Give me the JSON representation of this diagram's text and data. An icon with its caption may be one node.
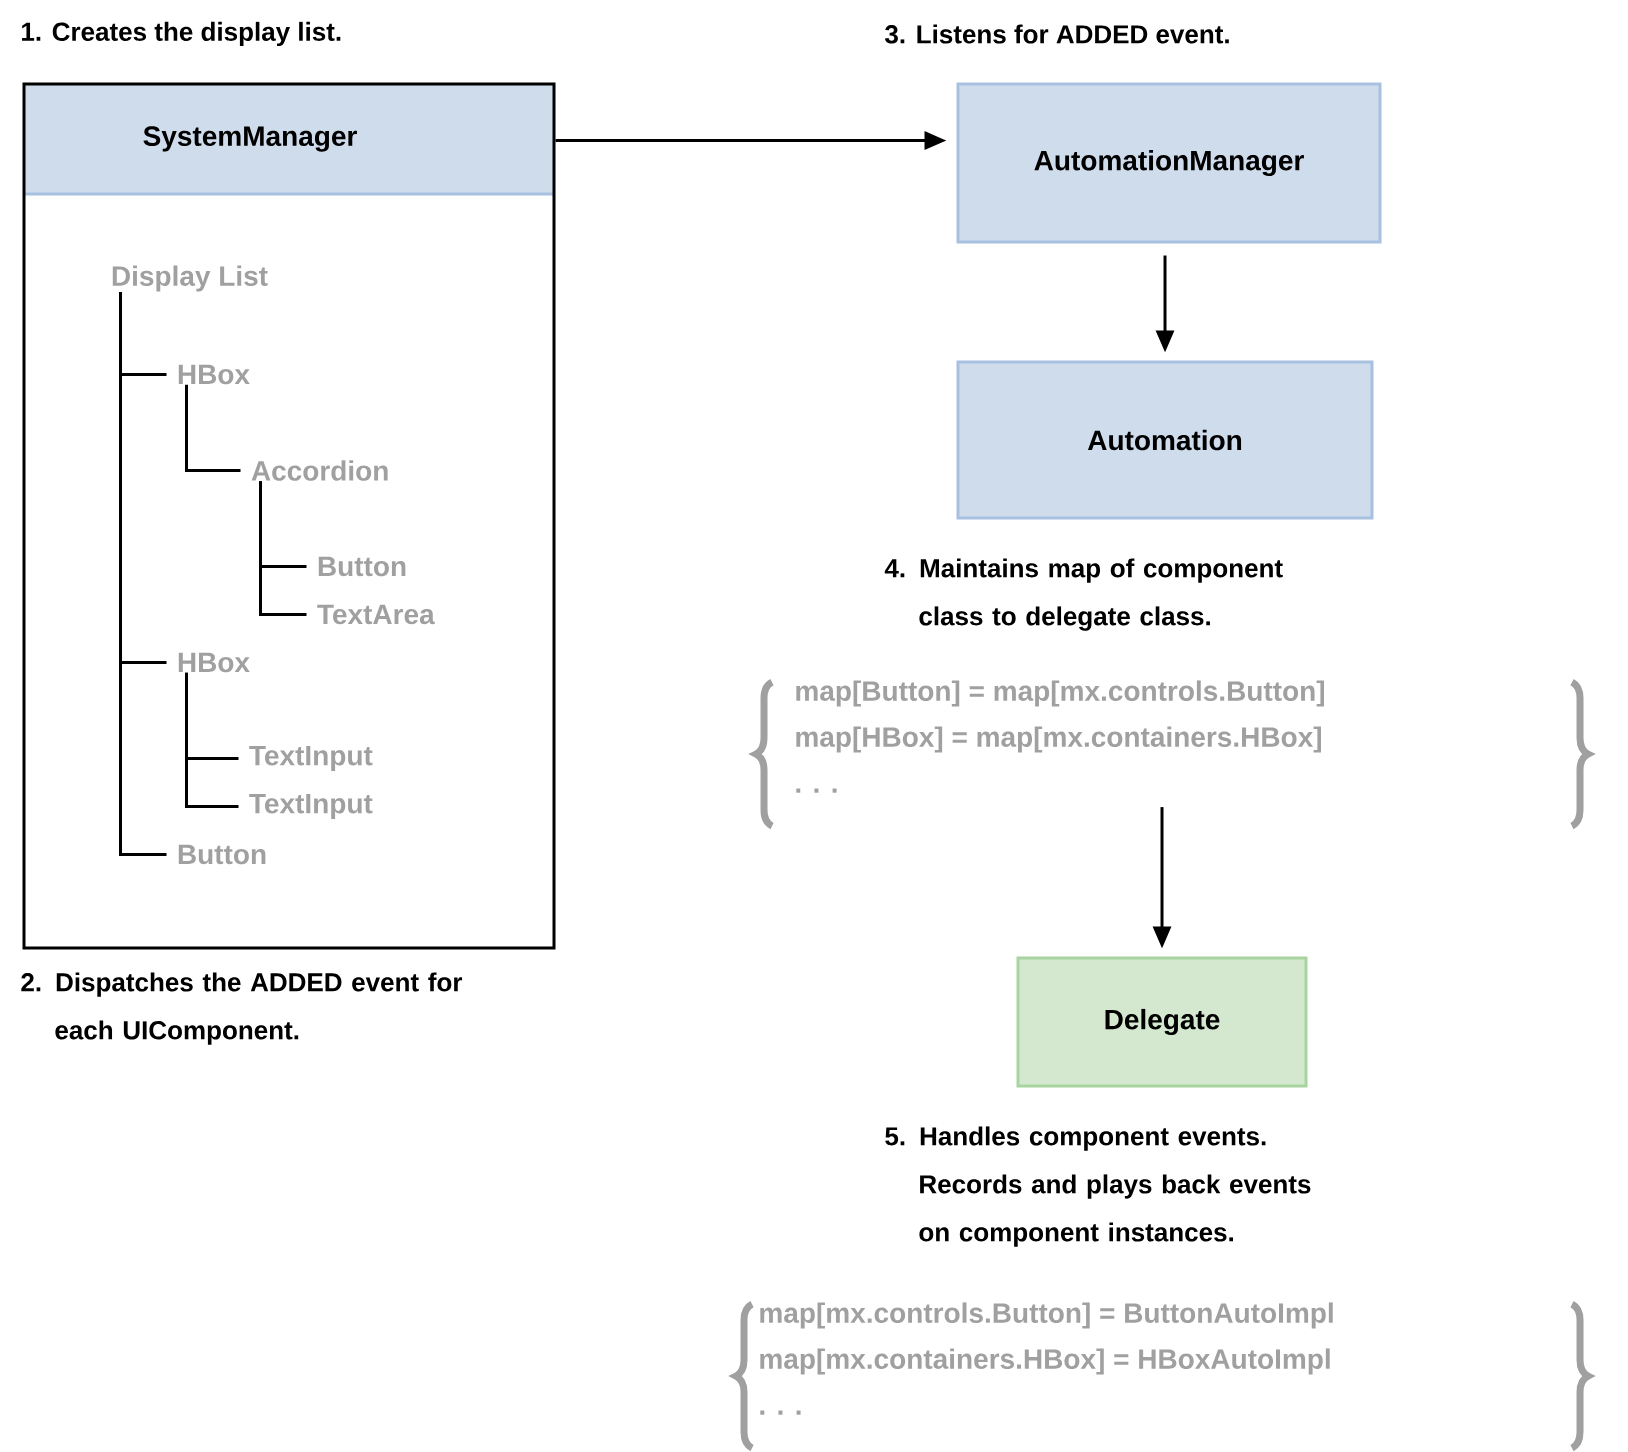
{
  "diagram": {
    "nodes": [
      {
        "text": [
          "SystemManager"
        ]
      },
      {
        "text": [
          "Display List"
        ],
        "in": 0
      },
      {
        "text": [
          "HBox"
        ],
        "in": 0
      },
      {
        "text": [
          "Accordion"
        ],
        "in": 0
      },
      {
        "text": [
          "Button"
        ],
        "in": 0
      },
      {
        "text": [
          "TextArea"
        ],
        "in": 0
      },
      {
        "text": [
          "HBox"
        ],
        "in": 0
      },
      {
        "text": [
          "TextInput"
        ],
        "in": 0
      },
      {
        "text": [
          "TextInput"
        ],
        "in": 0
      },
      {
        "text": [
          "Button"
        ],
        "in": 0
      },
      {
        "text": [
          "AutomationManager"
        ]
      },
      {
        "text": [
          "Automation"
        ]
      },
      {
        "text": [
          "map[Button] = map[mx.controls.Button]",
          "map[HBox] = map[mx.containers.HBox]",
          ". . ."
        ]
      },
      {
        "text": [
          "Delegate"
        ]
      },
      {
        "text": [
          "map[mx.controls.Button] = ButtonAutoImpl",
          "map[mx.containers.HBox] = HBoxAutoImpl",
          ". . ."
        ]
      }
    ],
    "edges": [
      {
        "from": 1,
        "to": 2,
        "arrow": "none"
      },
      {
        "from": 2,
        "to": 3,
        "arrow": "none"
      },
      {
        "from": 3,
        "to": 4,
        "arrow": "none"
      },
      {
        "from": 3,
        "to": 5,
        "arrow": "none"
      },
      {
        "from": 1,
        "to": 6,
        "arrow": "none"
      },
      {
        "from": 6,
        "to": 7,
        "arrow": "none"
      },
      {
        "from": 6,
        "to": 8,
        "arrow": "none"
      },
      {
        "from": 1,
        "to": 9,
        "arrow": "none"
      },
      {
        "from": 0,
        "to": 10,
        "arrow": "to"
      },
      {
        "from": 10,
        "to": 11,
        "arrow": "to"
      },
      {
        "from": 12,
        "to": 13,
        "arrow": "to"
      }
    ],
    "labels": [
      "1. Creates the display list.",
      "2. Dispatches the ADDED event for each UIComponent.",
      "3. Listens for ADDED event.",
      "4. Maintains map of component class to delegate class.",
      "5. Handles component events. Records and plays back events on component instances."
    ]
  }
}
